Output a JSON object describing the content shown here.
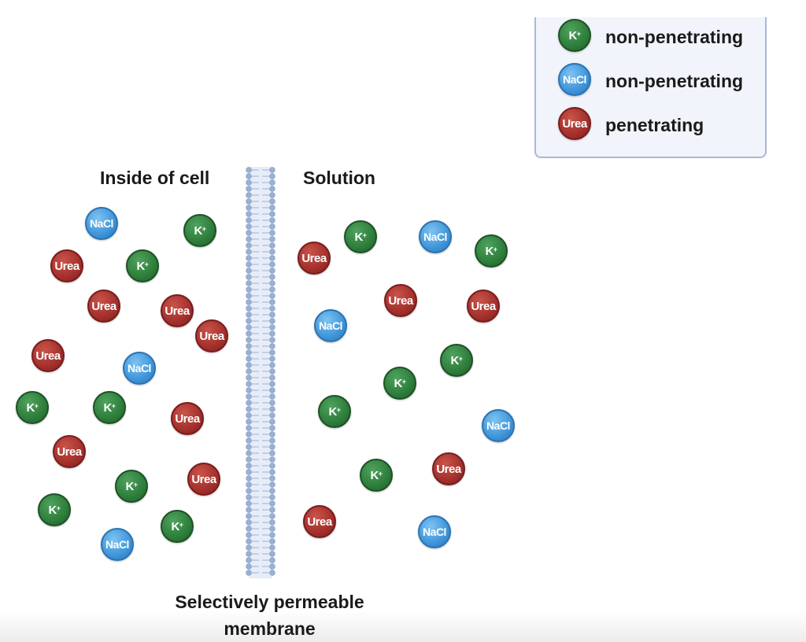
{
  "legend": {
    "items": [
      {
        "molecule": "K",
        "charge": "+",
        "kind": "k",
        "label": "non-penetrating"
      },
      {
        "molecule": "NaCl",
        "charge": "",
        "kind": "nacl",
        "label": "non-penetrating"
      },
      {
        "molecule": "Urea",
        "charge": "",
        "kind": "urea",
        "label": "penetrating"
      }
    ]
  },
  "titles": {
    "inside": "Inside of cell",
    "solution": "Solution"
  },
  "membrane": {
    "label_line1": "Selectively permeable",
    "label_line2": "membrane"
  },
  "colors": {
    "k": "#2d7d3b",
    "nacl": "#3f95d9",
    "urea": "#a3302c",
    "membrane": "#9bb0d3"
  },
  "icons": {
    "k": "potassium-ion-icon",
    "nacl": "sodium-chloride-icon",
    "urea": "urea-molecule-icon"
  }
}
